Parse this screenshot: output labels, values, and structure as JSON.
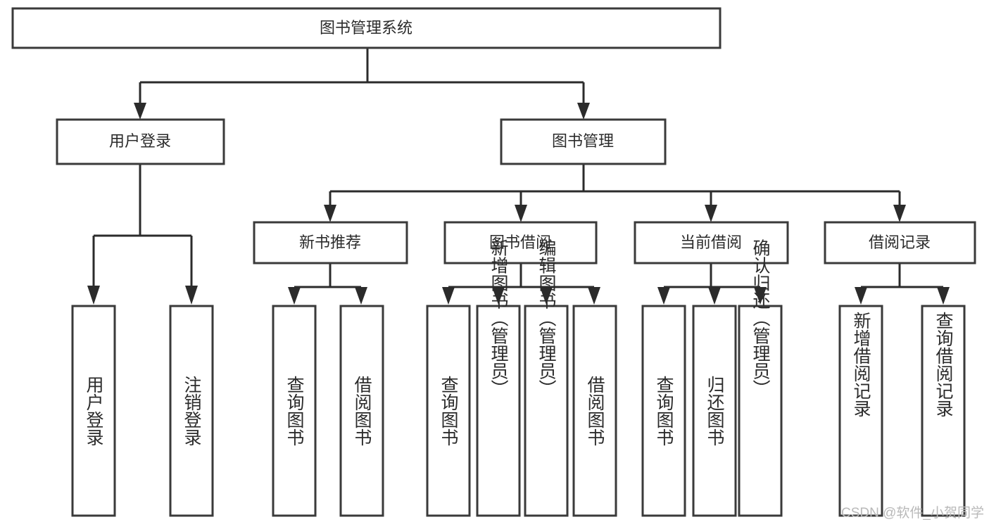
{
  "diagram": {
    "title": "图书管理系统",
    "watermark": "CSDN @软件_小贺同学",
    "colors": {
      "stroke": "#2b2b2b",
      "box_stroke": "#3a3a3a",
      "fill": "#ffffff",
      "text": "#2b2b2b",
      "watermark": "#b9b9b9"
    },
    "root": {
      "label": "图书管理系统"
    },
    "level2": [
      {
        "label": "用户登录"
      },
      {
        "label": "图书管理"
      }
    ],
    "level3": [
      {
        "label": "新书推荐"
      },
      {
        "label": "图书借阅"
      },
      {
        "label": "当前借阅"
      },
      {
        "label": "借阅记录"
      }
    ],
    "leaves": {
      "user_login": [
        {
          "label": "用户登录"
        },
        {
          "label": "注销登录"
        }
      ],
      "new_book": [
        {
          "label": "查询图书"
        },
        {
          "label": "借阅图书"
        }
      ],
      "book_borrow": [
        {
          "label": "查询图书"
        },
        {
          "label": "新增图书（管理员）"
        },
        {
          "label": "编辑图书（管理员）"
        },
        {
          "label": "借阅图书"
        }
      ],
      "current_borrow": [
        {
          "label": "查询图书"
        },
        {
          "label": "归还图书"
        },
        {
          "label": "确认归还（管理员）"
        }
      ],
      "borrow_record": [
        {
          "label": "新增借阅记录"
        },
        {
          "label": "查询借阅记录"
        }
      ]
    }
  },
  "chart_data": {
    "type": "diagram",
    "title": "图书管理系统",
    "structure": "tree",
    "nodes": [
      {
        "id": "root",
        "label": "图书管理系统",
        "level": 0,
        "parent": null
      },
      {
        "id": "n1",
        "label": "用户登录",
        "level": 1,
        "parent": "root"
      },
      {
        "id": "n2",
        "label": "图书管理",
        "level": 1,
        "parent": "root"
      },
      {
        "id": "n1a",
        "label": "用户登录",
        "level": 2,
        "parent": "n1"
      },
      {
        "id": "n1b",
        "label": "注销登录",
        "level": 2,
        "parent": "n1"
      },
      {
        "id": "n2a",
        "label": "新书推荐",
        "level": 2,
        "parent": "n2"
      },
      {
        "id": "n2b",
        "label": "图书借阅",
        "level": 2,
        "parent": "n2"
      },
      {
        "id": "n2c",
        "label": "当前借阅",
        "level": 2,
        "parent": "n2"
      },
      {
        "id": "n2d",
        "label": "借阅记录",
        "level": 2,
        "parent": "n2"
      },
      {
        "id": "n2a1",
        "label": "查询图书",
        "level": 3,
        "parent": "n2a"
      },
      {
        "id": "n2a2",
        "label": "借阅图书",
        "level": 3,
        "parent": "n2a"
      },
      {
        "id": "n2b1",
        "label": "查询图书",
        "level": 3,
        "parent": "n2b"
      },
      {
        "id": "n2b2",
        "label": "新增图书（管理员）",
        "level": 3,
        "parent": "n2b"
      },
      {
        "id": "n2b3",
        "label": "编辑图书（管理员）",
        "level": 3,
        "parent": "n2b"
      },
      {
        "id": "n2b4",
        "label": "借阅图书",
        "level": 3,
        "parent": "n2b"
      },
      {
        "id": "n2c1",
        "label": "查询图书",
        "level": 3,
        "parent": "n2c"
      },
      {
        "id": "n2c2",
        "label": "归还图书",
        "level": 3,
        "parent": "n2c"
      },
      {
        "id": "n2c3",
        "label": "确认归还（管理员）",
        "level": 3,
        "parent": "n2c"
      },
      {
        "id": "n2d1",
        "label": "新增借阅记录",
        "level": 3,
        "parent": "n2d"
      },
      {
        "id": "n2d2",
        "label": "查询借阅记录",
        "level": 3,
        "parent": "n2d"
      }
    ]
  }
}
